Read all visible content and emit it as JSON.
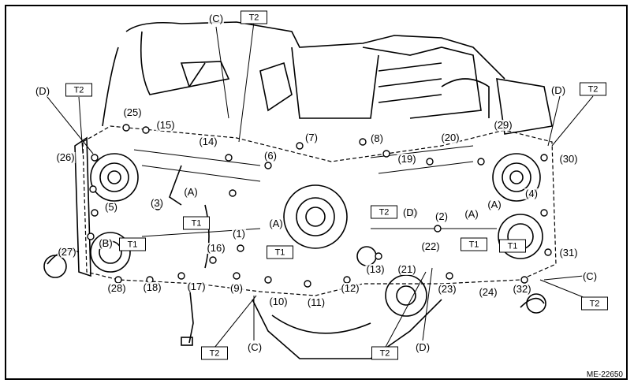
{
  "figure_id": "ME-22650",
  "torque_tags": [
    {
      "text": "T2"
    },
    {
      "text": "T2"
    },
    {
      "text": "T2"
    },
    {
      "text": "T2"
    },
    {
      "text": "T2"
    },
    {
      "text": "T2"
    },
    {
      "text": "T2"
    },
    {
      "text": "T1"
    },
    {
      "text": "T1"
    },
    {
      "text": "T1"
    },
    {
      "text": "T1"
    },
    {
      "text": "T1"
    }
  ],
  "callouts": [
    "(1)",
    "(2)",
    "(3)",
    "(4)",
    "(5)",
    "(6)",
    "(7)",
    "(8)",
    "(9)",
    "(10)",
    "(11)",
    "(12)",
    "(13)",
    "(14)",
    "(15)",
    "(16)",
    "(17)",
    "(18)",
    "(19)",
    "(20)",
    "(21)",
    "(22)",
    "(23)",
    "(24)",
    "(25)",
    "(26)",
    "(27)",
    "(28)",
    "(29)",
    "(30)",
    "(31)",
    "(32)"
  ],
  "letter_callouts": [
    "(C)",
    "(D)",
    "(D)",
    "(C)",
    "(C)",
    "(D)",
    "(A)",
    "(A)",
    "(A)",
    "(A)",
    "(B)"
  ]
}
